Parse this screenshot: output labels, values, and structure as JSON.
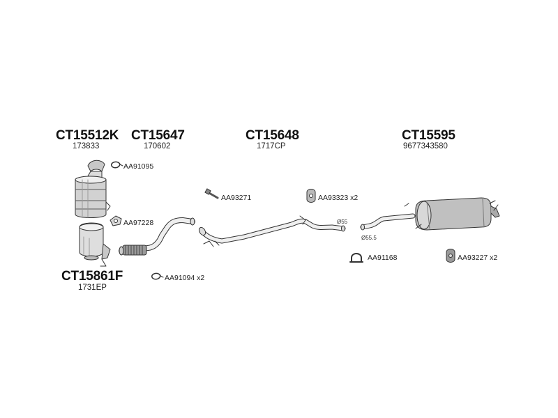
{
  "parts": [
    {
      "code": "CT15512K",
      "ref": "173833"
    },
    {
      "code": "CT15647",
      "ref": "170602"
    },
    {
      "code": "CT15648",
      "ref": "1717CP"
    },
    {
      "code": "CT15595",
      "ref": "9677343580"
    },
    {
      "code": "CT15861F",
      "ref": "1731EP"
    }
  ],
  "accessories": [
    {
      "code": "AA91095"
    },
    {
      "code": "AA97228"
    },
    {
      "code": "AA91094 x2"
    },
    {
      "code": "AA93271"
    },
    {
      "code": "AA93323 x2"
    },
    {
      "code": "AA91168"
    },
    {
      "code": "AA93227 x2"
    }
  ],
  "dimensions": {
    "d1": "Ø55",
    "d2": "Ø55.5"
  },
  "colors": {
    "line": "#333333",
    "fill_light": "#e9e9e9",
    "fill_mid": "#c8c8c8",
    "fill_dark": "#8a8a8a"
  }
}
